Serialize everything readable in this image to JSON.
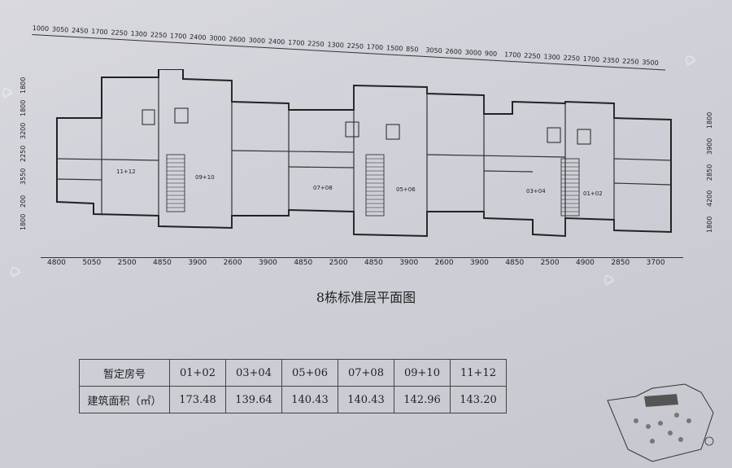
{
  "top_dimensions": [
    "1000",
    "3050",
    "2450",
    "1700",
    "2250",
    "1300",
    "2250",
    "1700",
    "2400",
    "3000",
    "2600",
    "3000",
    "2400",
    "1700",
    "2250",
    "1300",
    "2250",
    "1700",
    "1500",
    "850",
    "3050",
    "2600",
    "3000",
    "900",
    "1700",
    "2250",
    "1300",
    "2250",
    "1700",
    "2350",
    "2250",
    "3500"
  ],
  "bottom_dimensions": [
    "4800",
    "5050",
    "2500",
    "4850",
    "3900",
    "2600",
    "3900",
    "4850",
    "2500",
    "4850",
    "3900",
    "2600",
    "3900",
    "4850",
    "2500",
    "4900",
    "2850",
    "3700"
  ],
  "left_dimensions": [
    "1800",
    "1800",
    "3200",
    "2250",
    "3550",
    "200",
    "1800"
  ],
  "right_dimensions": [
    "1800",
    "3900",
    "2850",
    "4200",
    "1800"
  ],
  "room_labels": [
    "11+12",
    "09+10",
    "07+08",
    "05+06",
    "03+04",
    "01+02"
  ],
  "title": "8栋标准层平面图",
  "table": {
    "header_label": "暂定房号",
    "area_label": "建筑面积（㎡）",
    "units": [
      "01+02",
      "03+04",
      "05+06",
      "07+08",
      "09+10",
      "11+12"
    ],
    "areas": [
      "173.48",
      "139.64",
      "140.43",
      "140.43",
      "142.96",
      "143.20"
    ]
  }
}
